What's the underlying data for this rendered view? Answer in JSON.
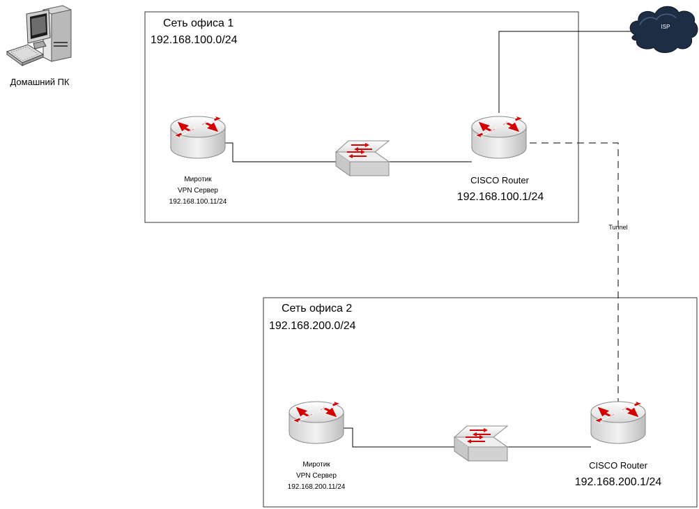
{
  "home_pc": {
    "label": "Домашний ПК"
  },
  "isp": {
    "label": "ISP"
  },
  "tunnel": {
    "label": "Tunnel"
  },
  "office1": {
    "title": "Сеть офиса 1",
    "subnet": "192.168.100.0/24",
    "mikrotik": {
      "name": "Миротик",
      "role": "VPN Сервер",
      "ip": "192.168.100.11/24"
    },
    "cisco": {
      "name": "CISCO Router",
      "ip": "192.168.100.1/24"
    }
  },
  "office2": {
    "title": "Сеть офиса 2",
    "subnet": "192.168.200.0/24",
    "mikrotik": {
      "name": "Миротик",
      "role": "VPN Сервер",
      "ip": "192.168.200.11/24"
    },
    "cisco": {
      "name": "CISCO Router",
      "ip": "192.168.200.1/24"
    }
  },
  "colors": {
    "arrow": "#d40000",
    "router_body": "#e3e3e3",
    "cloud": "#1d2d44",
    "line": "#000000"
  }
}
